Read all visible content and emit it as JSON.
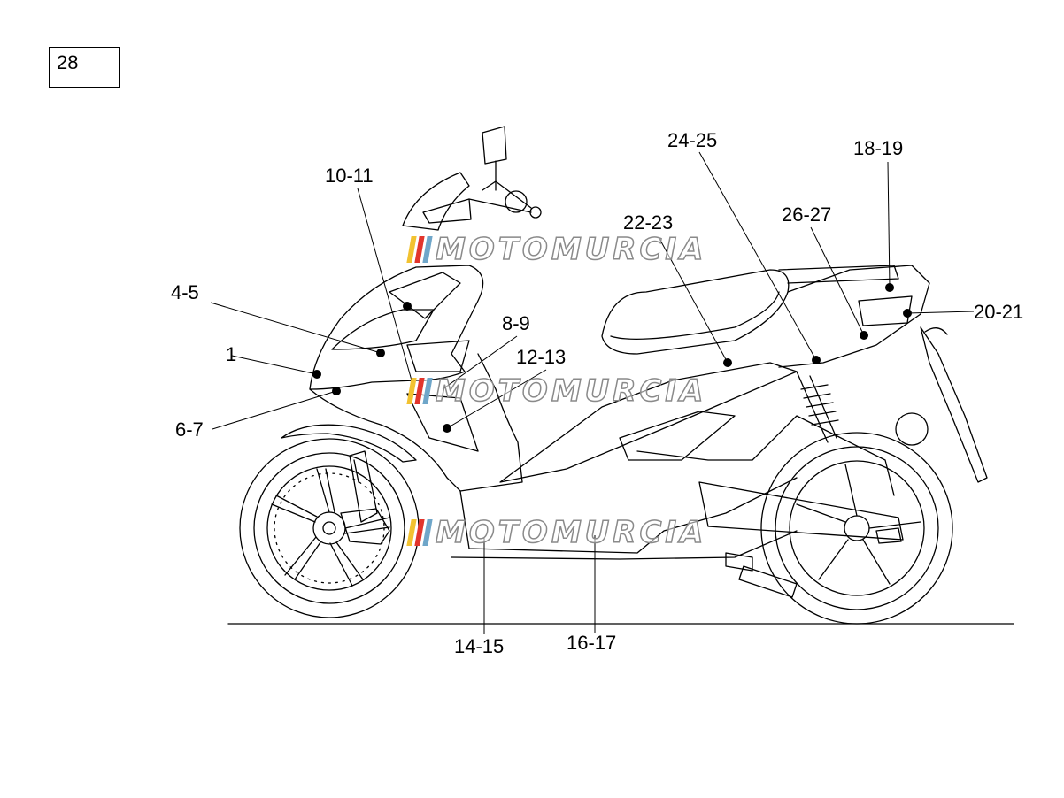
{
  "page_number": "28",
  "callouts": [
    "1",
    "4-5",
    "6-7",
    "8-9",
    "10-11",
    "12-13",
    "14-15",
    "16-17",
    "18-19",
    "20-21",
    "22-23",
    "24-25",
    "26-27"
  ],
  "watermark": {
    "text": "MOTOMURCIA",
    "stripe_colors": [
      "#f2c230",
      "#e2352c",
      "#6fa6c9"
    ],
    "outline_color": "#8a8a8a"
  },
  "colors": {
    "line": "#000000",
    "background": "#ffffff"
  }
}
